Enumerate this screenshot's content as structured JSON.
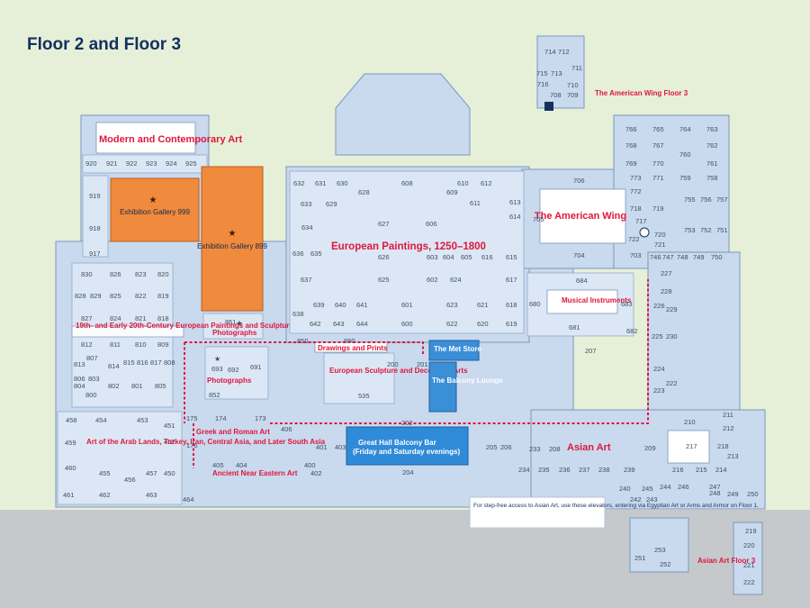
{
  "title": "Floor 2 and Floor 3",
  "colors": {
    "background": "#e6f0d9",
    "building": "#c9d9ee",
    "room": "#dbe7f5",
    "exhibition": "#f08a3c",
    "met_store": "#3a8fd6",
    "great_hall_bar": "#2f8ad8",
    "accent_red": "#e0173c",
    "navy": "#12315f"
  },
  "regions": {
    "modern": "Modern and Contemporary Art",
    "exhibition999": "Exhibition Gallery 999",
    "exhibition899": "Exhibition Gallery 899",
    "photographs_top": "Photographs",
    "nineteenth": "19th- and Early 20th-Century European Paintings and Sculpture",
    "european_paintings": "European Paintings, 1250–1800",
    "american_wing": "The American Wing",
    "american_wing_floor3": "The American Wing Floor 3",
    "musical": "Musical Instruments",
    "drawings": "Drawings and Prints",
    "photographs_mid": "Photographs",
    "eur_sculpture": "European Sculpture and Decorative Arts",
    "met_store": "The Met Store",
    "balcony_lounge": "The Balcony Lounge",
    "greek_roman": "Greek and Roman Art",
    "arab_lands": "Art of the Arab Lands, Turkey, Iran, Central Asia, and Later South Asia",
    "near_eastern": "Ancient Near Eastern Art",
    "great_hall": "Great Hall Balcony Bar",
    "great_hall_sub": "(Friday and Saturday evenings)",
    "asian_art": "Asian Art",
    "asian_floor3": "Asian Art Floor 3",
    "note": "For step-free access to Asian Art, use these elevators, entering via Egyptian Art or Arms and Armor on Floor 1."
  },
  "rooms": {
    "modern_row": [
      "920",
      "921",
      "922",
      "923",
      "924",
      "925"
    ],
    "modern_side": [
      "919",
      "918",
      "917"
    ],
    "nineteenth": [
      "830",
      "826",
      "823",
      "820",
      "828",
      "829",
      "825",
      "822",
      "819",
      "827",
      "824",
      "821",
      "818",
      "812",
      "811",
      "810",
      "809",
      "807",
      "813",
      "814",
      "815",
      "816",
      "817",
      "808",
      "806",
      "803",
      "802",
      "801",
      "805",
      "804",
      "800"
    ],
    "photographs": [
      "851",
      "693",
      "692",
      "691",
      "852"
    ],
    "european": [
      "632",
      "631",
      "630",
      "628",
      "608",
      "609",
      "610",
      "611",
      "612",
      "613",
      "614",
      "633",
      "629",
      "627",
      "606",
      "634",
      "626",
      "603",
      "604",
      "605",
      "616",
      "615",
      "636",
      "635",
      "625",
      "602",
      "624",
      "617",
      "637",
      "638",
      "639",
      "640",
      "641",
      "601",
      "623",
      "621",
      "618",
      "642",
      "643",
      "644",
      "600",
      "622",
      "620",
      "619"
    ],
    "american_top": [
      "714",
      "712",
      "711",
      "715",
      "713",
      "716",
      "710",
      "709",
      "708"
    ],
    "american_main": [
      "706",
      "705",
      "704",
      "703",
      "766",
      "765",
      "764",
      "763",
      "768",
      "767",
      "762",
      "769",
      "770",
      "760",
      "761",
      "773",
      "771",
      "759",
      "758",
      "772",
      "718",
      "719",
      "755",
      "756",
      "757",
      "753",
      "752",
      "751",
      "720",
      "721",
      "746",
      "747",
      "748",
      "749",
      "750",
      "717",
      "722"
    ],
    "musical": [
      "684",
      "680",
      "683",
      "681",
      "682"
    ],
    "right_column": [
      "227",
      "228",
      "229",
      "226",
      "225",
      "230",
      "224",
      "223",
      "222"
    ],
    "center": [
      "850",
      "690",
      "535",
      "200",
      "201",
      "202",
      "207"
    ],
    "greek_roman": [
      "175",
      "174",
      "173",
      "406",
      "176"
    ],
    "arab": [
      "458",
      "454",
      "453",
      "451",
      "459",
      "452",
      "460",
      "455",
      "456",
      "457",
      "450",
      "461",
      "462",
      "463",
      "464"
    ],
    "near_eastern": [
      "405",
      "404",
      "403",
      "401",
      "400",
      "402",
      "204"
    ],
    "asian": [
      "205",
      "206",
      "233",
      "208",
      "209",
      "210",
      "211",
      "212",
      "217",
      "218",
      "234",
      "235",
      "236",
      "237",
      "238",
      "239",
      "216",
      "215",
      "214",
      "213",
      "240",
      "245",
      "244",
      "246",
      "247",
      "242",
      "243",
      "248",
      "249",
      "250",
      "219",
      "220",
      "221",
      "222",
      "251",
      "252",
      "253"
    ]
  }
}
